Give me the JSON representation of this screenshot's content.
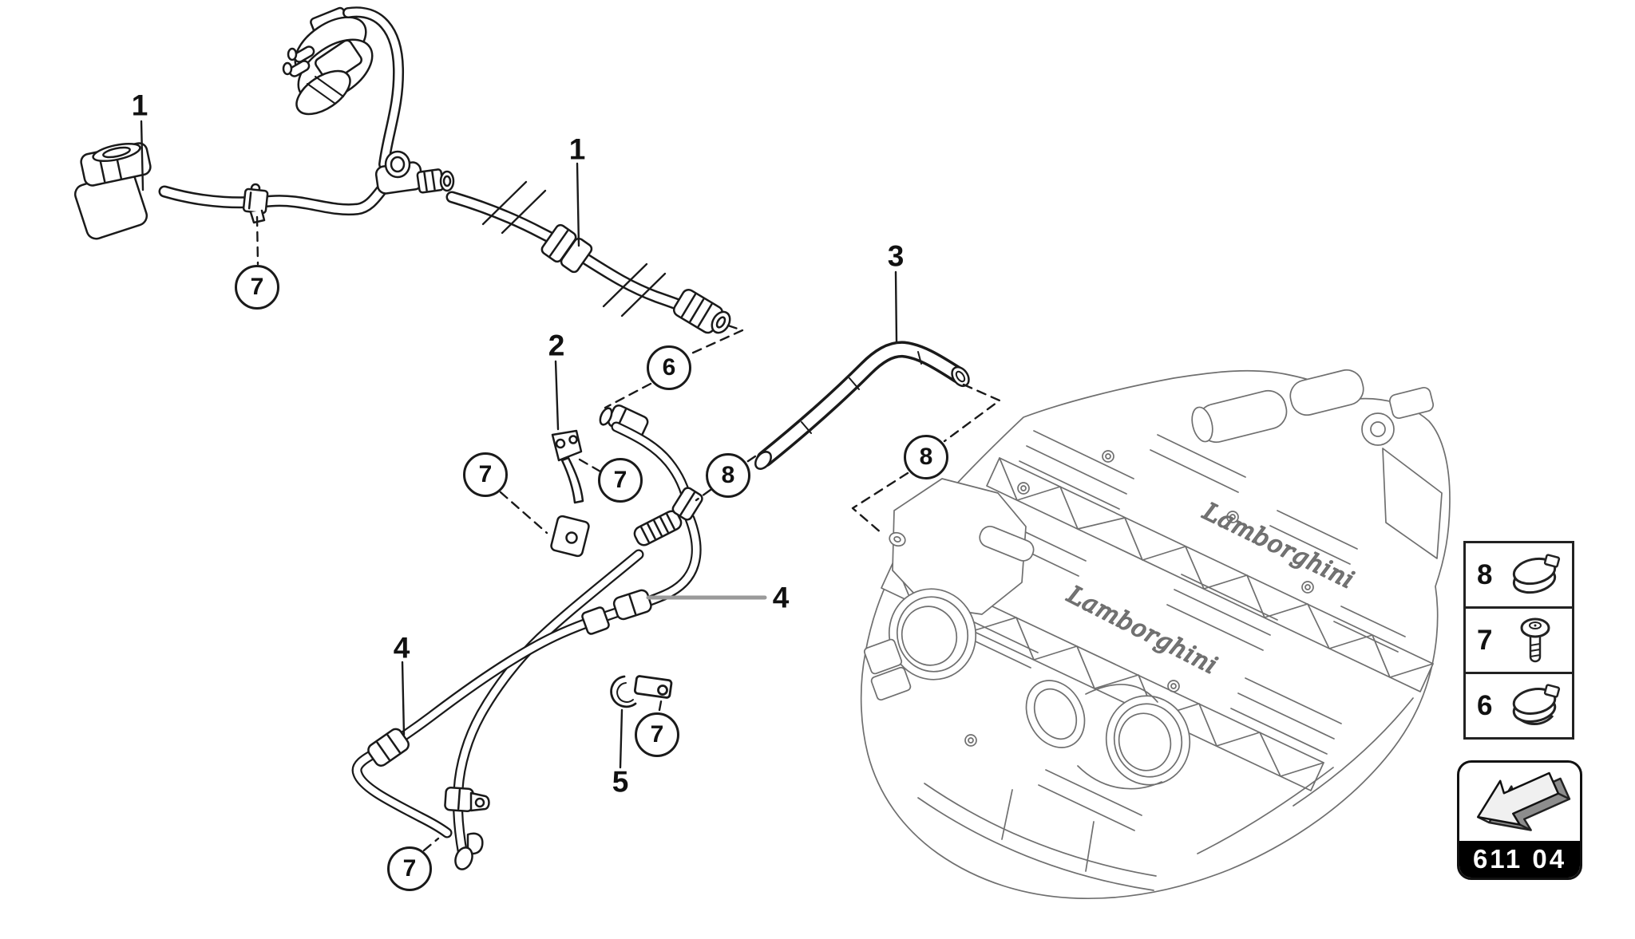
{
  "page": {
    "background": "#ffffff",
    "type": "parts-diagram"
  },
  "diagram": {
    "part_labels": [
      {
        "id": "1a",
        "text": "1"
      },
      {
        "id": "1b",
        "text": "1"
      },
      {
        "id": "2",
        "text": "2"
      },
      {
        "id": "3",
        "text": "3"
      },
      {
        "id": "4a",
        "text": "4"
      },
      {
        "id": "4b",
        "text": "4"
      },
      {
        "id": "5",
        "text": "5"
      }
    ],
    "callouts": [
      {
        "id": "7a",
        "text": "7"
      },
      {
        "id": "6",
        "text": "6"
      },
      {
        "id": "7b",
        "text": "7"
      },
      {
        "id": "7c",
        "text": "7"
      },
      {
        "id": "8a",
        "text": "8"
      },
      {
        "id": "8b",
        "text": "8"
      },
      {
        "id": "7d",
        "text": "7"
      },
      {
        "id": "7e",
        "text": "7"
      }
    ],
    "engine_logo_text": "Lamborghini"
  },
  "legend": {
    "items": [
      {
        "number": "8",
        "icon": "hose-clamp-icon"
      },
      {
        "number": "7",
        "icon": "screw-icon"
      },
      {
        "number": "6",
        "icon": "hose-clamp-icon"
      }
    ]
  },
  "badge": {
    "part_code": "611 04",
    "icon": "back-arrow-icon"
  },
  "colors": {
    "line": "#1a1a1a",
    "engine_line": "#6f6f6f",
    "leader_gray": "#9a9a9a",
    "badge_bg": "#000000",
    "badge_text": "#ffffff"
  }
}
